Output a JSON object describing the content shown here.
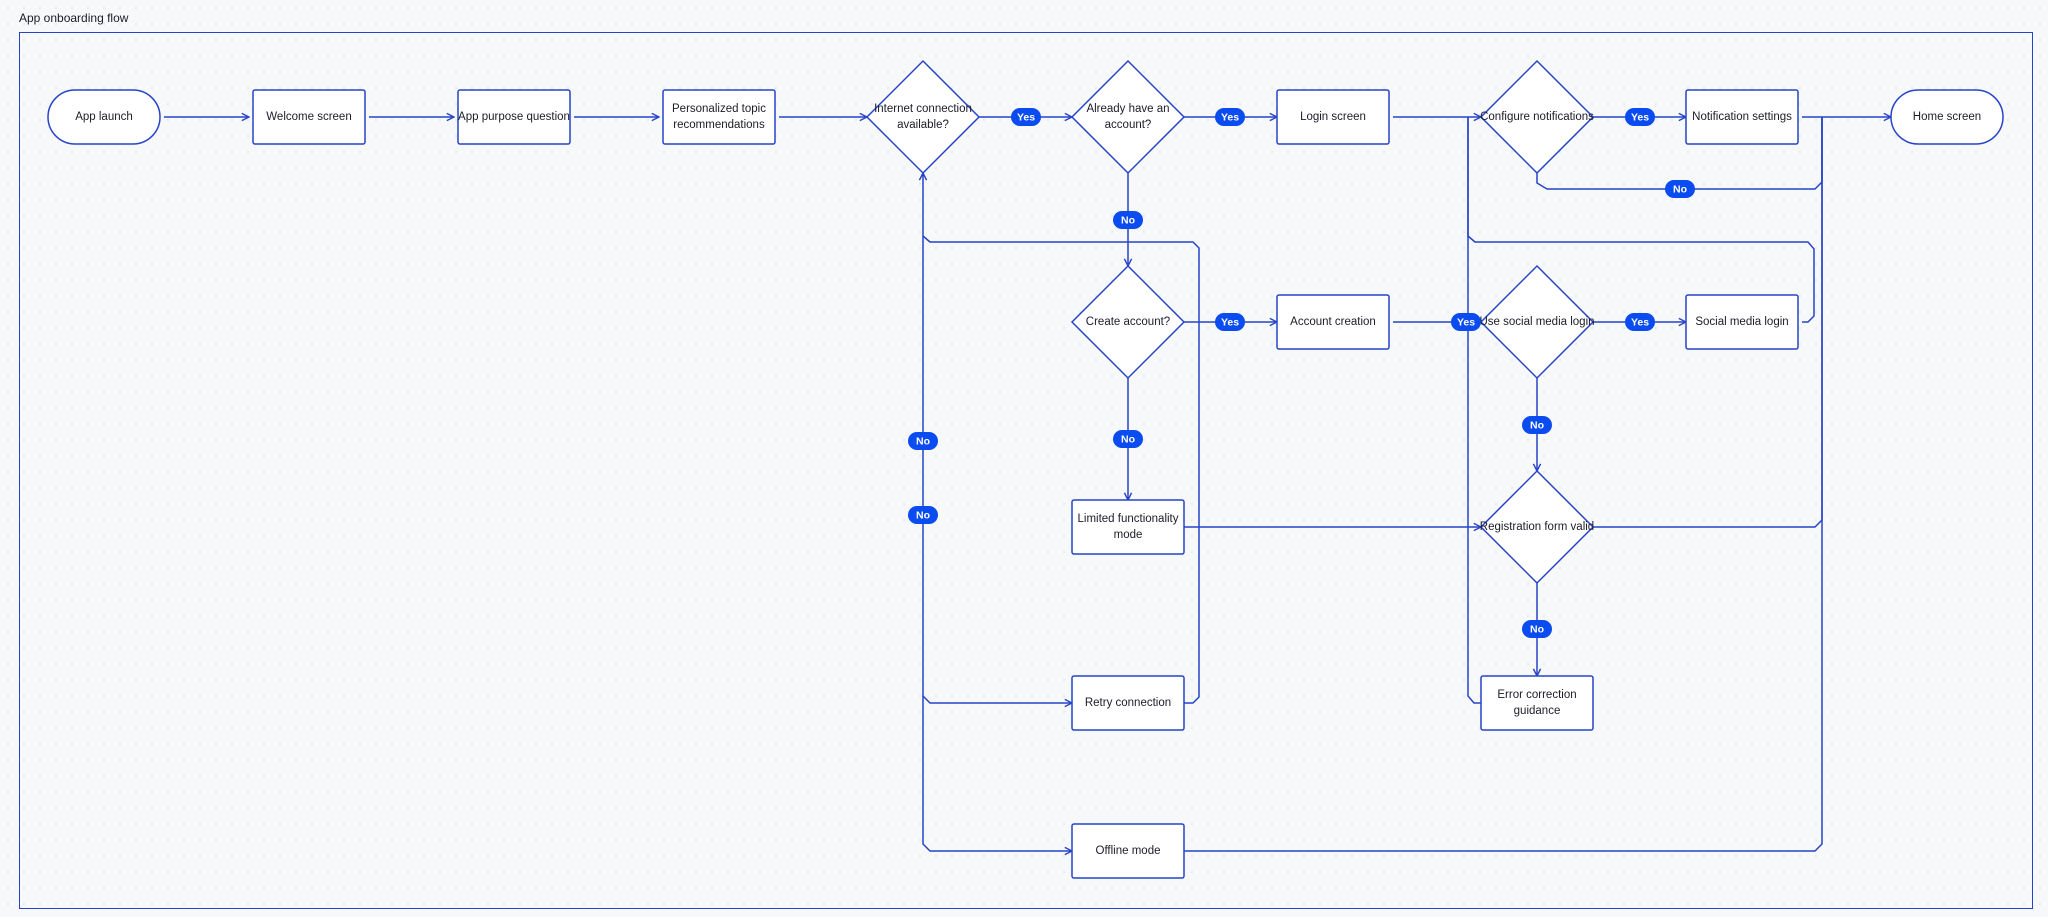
{
  "frame": {
    "title": "App onboarding flow"
  },
  "colors": {
    "stroke": "#2744c8",
    "badge": "#0b4cf0",
    "text": "#1c1c28",
    "node_fill": "#ffffff"
  },
  "nodes": {
    "app_launch": [
      "App launch"
    ],
    "welcome": [
      "Welcome screen"
    ],
    "purpose": [
      "App purpose question"
    ],
    "topics": [
      "Personalized topic",
      "recommendations"
    ],
    "internet": [
      "Internet connection",
      "available?"
    ],
    "have_account": [
      "Already have an",
      "account?"
    ],
    "login": [
      "Login screen"
    ],
    "notifications_q": [
      "Configure notifications"
    ],
    "notification_settings": [
      "Notification settings"
    ],
    "home": [
      "Home screen"
    ],
    "create_account": [
      "Create account?"
    ],
    "account_creation": [
      "Account creation"
    ],
    "social_q": [
      "Use social media login"
    ],
    "social_login": [
      "Social media login"
    ],
    "limited": [
      "Limited functionality",
      "mode"
    ],
    "registration_valid": [
      "Registration form valid"
    ],
    "retry": [
      "Retry connection"
    ],
    "error_guidance": [
      "Error correction",
      "guidance"
    ],
    "offline": [
      "Offline mode"
    ]
  },
  "edge_labels": {
    "yes": "Yes",
    "no": "No"
  }
}
